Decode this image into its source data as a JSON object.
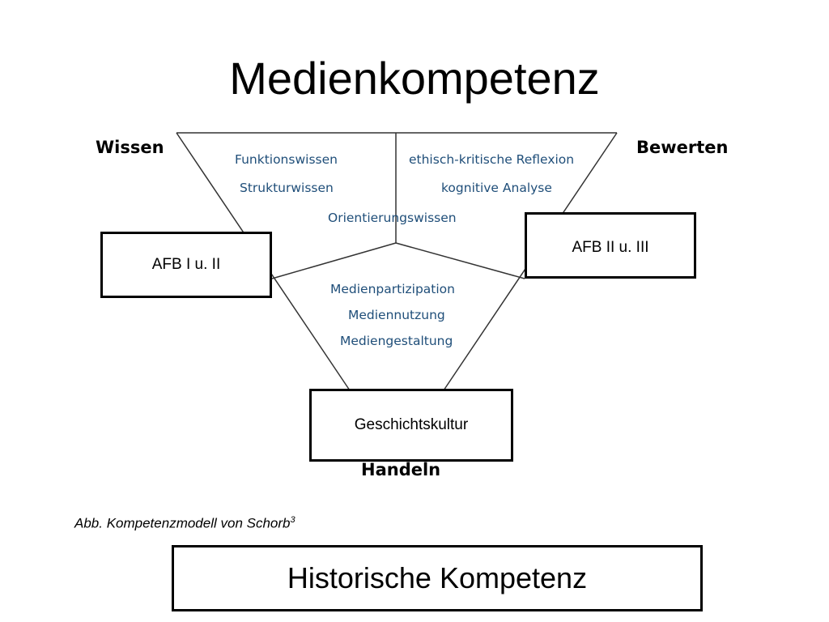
{
  "title": "Medienkompetenz",
  "diagram": {
    "corners": {
      "wissen": "Wissen",
      "bewerten": "Bewerten",
      "handeln": "Handeln"
    },
    "upper_left": [
      "Funktionswissen",
      "Strukturwissen"
    ],
    "upper_right": [
      "ethisch-kritische Reflexion",
      "kognitive Analyse"
    ],
    "center": "Orientierungswissen",
    "lower": [
      "Medienpartizipation",
      "Mediennutzung",
      "Mediengestaltung"
    ],
    "text_color": "#1f4e79"
  },
  "boxes": {
    "afb_left": "AFB I u. II",
    "afb_right": "AFB II u. III",
    "geschichtskultur": "Geschichtskultur"
  },
  "caption": {
    "text": "Abb. Kompetenzmodell von Schorb",
    "footnote": "3"
  },
  "footer_box": "Historische Kompetenz"
}
